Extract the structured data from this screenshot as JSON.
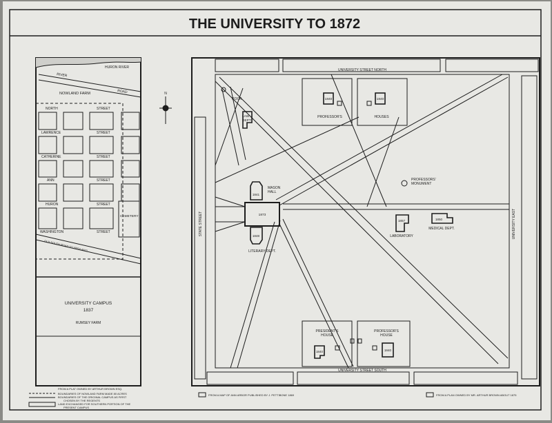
{
  "title": "THE UNIVERSITY TO 1872",
  "inset": {
    "water_label": "HURON RIVER",
    "road_river": "RIVER",
    "road_road": "ROAD",
    "farm_north": "NOWLAND FARM",
    "streets": {
      "north": "NORTH",
      "north_street": "STREET",
      "lawrence": "LAWRENCE",
      "lawrence_street": "STREET",
      "catherine": "CATHERINE",
      "catherine_street": "STREET",
      "ann": "ANN",
      "ann_street": "STREET",
      "huron": "HURON",
      "huron_street": "STREET",
      "washington": "WASHINGTON",
      "washington_street": "STREET",
      "old_road": "OLD SOUTH ROAD TO YPSILANTI"
    },
    "cemetery": "CEMETERY",
    "campus_title": "UNIVERSITY CAMPUS",
    "campus_year": "1837",
    "farm_south": "RUMSEY FARM",
    "compass": "N"
  },
  "main": {
    "street_north": "UNIVERSITY STREET NORTH",
    "street_south": "UNIVERSITY STREET SOUTH",
    "street_west": "STATE STREET",
    "street_east": "UNIVERSITY EAST",
    "rock": "ROCK",
    "law_line1": "LAW",
    "law_line2": "DEPT",
    "profs_n_year": "1840",
    "profs_n_label1": "PROFESSOR'S",
    "profs_n_year2": "1840",
    "profs_n_label2": "HOUSES",
    "mason1": "MASON",
    "mason2": "HALL",
    "year_1841": "1841",
    "year_1873": "1873",
    "year_1848": "1848",
    "literary": "LITERARY DEPT.",
    "monument1": "PROFESSORS'",
    "monument2": "MONUMENT",
    "lab_year": "1857",
    "lab_label": "LABORATORY",
    "med_year": "1850",
    "med_label": "MEDICAL DEPT.",
    "pres1": "PRESIDENT'S",
    "pres2": "HOUSE",
    "pres_year": "1840",
    "prof_s1": "PROFESSOR'S",
    "prof_s2": "HOUSE",
    "prof_s_year": "1840"
  },
  "footnotes": {
    "inset_source": "FROM A PLAT OWNED BY ARTHUR BROWN ESQ.",
    "inset_key1": "BOUNDARIES OF NOWLAND FARM MADE 80 ACRES",
    "inset_key2": "BOUNDARIES OF THE ORIGINAL CAMPUS AS FIRST",
    "inset_key3": "CHOSEN BY THE REGENTS",
    "inset_key4": "LAND EXCHANGED FOR SOUTHERN PORTION OF THE",
    "inset_key5": "PRESENT CAMPUS",
    "main_left": "FROM A MAP OF ANN ARBOR PUBLISHED BY J. PETTIBONE 1869",
    "main_right": "FROM A PLAN OWNED BY MR. ARTHUR BROWN ABOUT 1875"
  },
  "colors": {
    "paper": "#e8e8e4",
    "ink": "#1c1c1c",
    "mount": "#8a8a86"
  }
}
